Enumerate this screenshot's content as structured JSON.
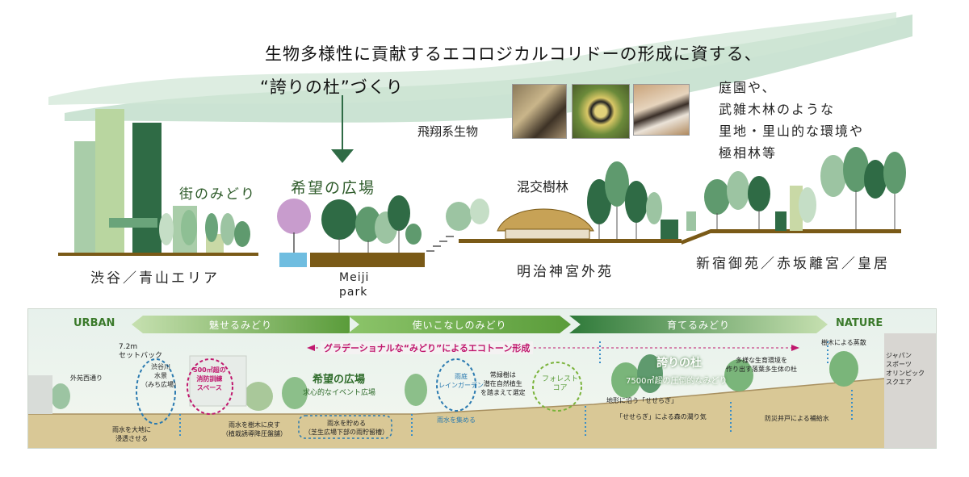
{
  "headline": {
    "line1": "生物多様性に貢献するエコロジカルコリドーの形成に資する、",
    "line2": "“誇りの杜”づくり"
  },
  "labels": {
    "machi_midori": "街のみどり",
    "kibou_hiroba": "希望の広場",
    "hisho": "飛翔系生物",
    "konkou": "混交樹林",
    "right_text": [
      "庭園や、",
      "武雑木林のような",
      "里地・里山的な環境や",
      "極相林等"
    ],
    "meiji_park": [
      "Meiji",
      "park"
    ]
  },
  "areas": {
    "shibuya": "渋谷／青山エリア",
    "gaien": "明治神宮外苑",
    "shinjuku": "新宿御苑／赤坂離宮／皇居"
  },
  "photos": [
    "woodpecker-photo",
    "butterfly-photo",
    "tit-bird-photo"
  ],
  "panel": {
    "urban": "URBAN",
    "nature": "NATURE",
    "band1": "魅せるみどり",
    "band2": "使いこなしのみどり",
    "band3": "育てるみどり",
    "gradation": "グラデーショナルな“みどり”によるエコトーン形成",
    "setback": [
      "7.2m",
      "セットバック"
    ],
    "gaien_nishi": "外苑西通り",
    "shibuya_river": [
      "渋谷川",
      "水景",
      "（みち広場）"
    ],
    "rain_infiltrate": [
      "雨水を大地に",
      "浸透させる"
    ],
    "fire_space": [
      "500㎡超の",
      "消防訓練",
      "スペース"
    ],
    "rain_trees": [
      "雨水を樹木に戻す",
      "（植栽誘導降圧盤舗）"
    ],
    "kibou_title": "希望の広場",
    "kibou_sub": "求心的なイベント広場",
    "rain_store": [
      "雨水を貯める",
      "（芝生広場下部の雨貯留槽）"
    ],
    "rain_garden": [
      "雨庭",
      "レインガーデン"
    ],
    "rain_collect": "雨水を集める",
    "evergreen": [
      "常緑樹は",
      "潜在自然植生",
      "を踏まえて選定"
    ],
    "forest_core": [
      "フォレスト",
      "コア"
    ],
    "hokori_title": "誇りの杜",
    "hokori_sub": "7500㎡超の圧倒的なみどり",
    "seseragi": "地形に沿う「せせらぎ」",
    "seseragi2": "「せせらぎ」による森の潤り気",
    "diverse": [
      "多様な生育環境を",
      "作り出す落葉多生体の杜"
    ],
    "tree_cut": "樹木による蒸散",
    "well": "防災井戸による補給水",
    "japan_sport": [
      "ジャパン",
      "スポーツ",
      "オリンピック",
      "スクエア"
    ]
  },
  "colors": {
    "dark_green": "#2f6b45",
    "mid_green": "#5f9a6e",
    "light_green": "#9cc4a2",
    "pale_green": "#c5dec6",
    "ground": "#7a5a17",
    "pink": "#c0186e",
    "arrow_green": "#5a9c3a",
    "blue_dotted": "#3a8ec7"
  }
}
